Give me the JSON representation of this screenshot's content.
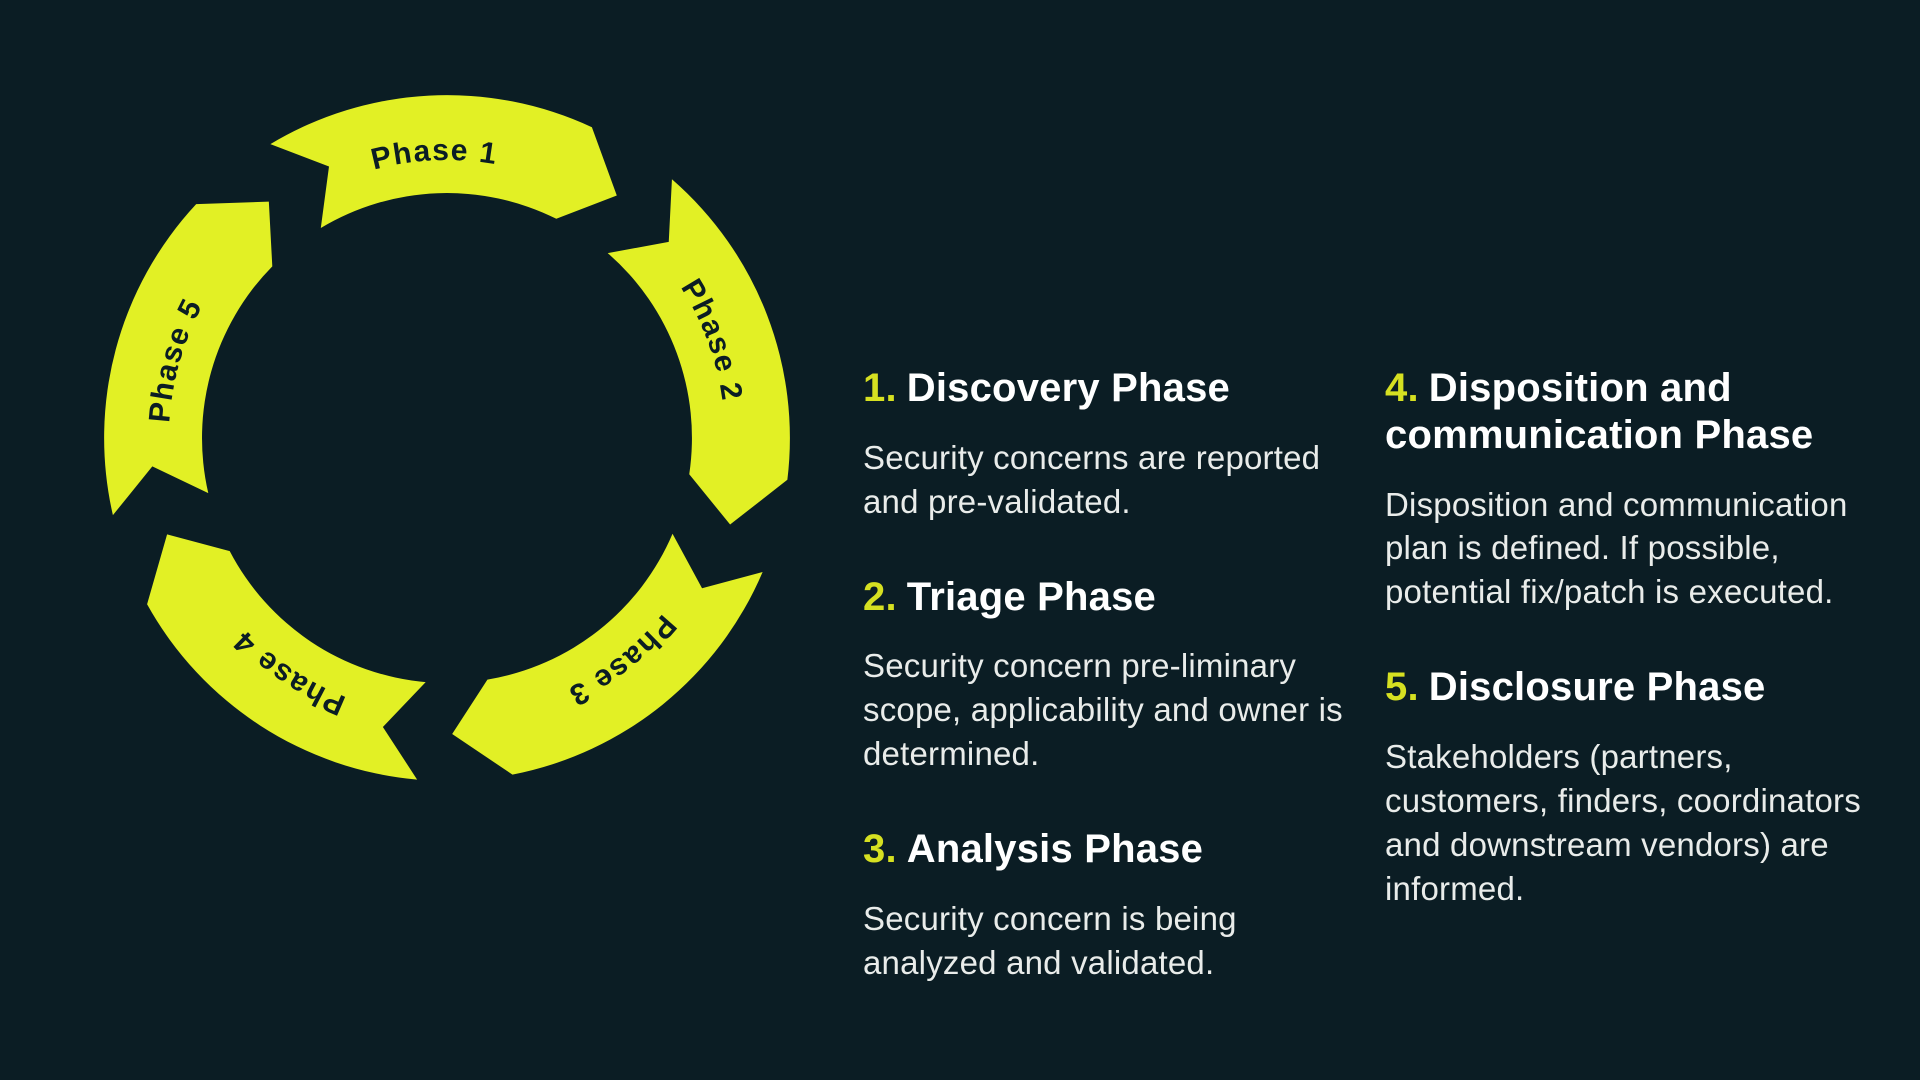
{
  "colors": {
    "background": "#0b1d24",
    "arrow_yellow": "#e2f025",
    "number_yellow": "#d6e021",
    "heading_white": "#ffffff",
    "body_text": "#e9ecea",
    "label_on_arrow": "#0b1d24"
  },
  "cycle": {
    "type": "circular-arrow-cycle",
    "direction": "clockwise",
    "phases": [
      {
        "label": "Phase 1"
      },
      {
        "label": "Phase 2"
      },
      {
        "label": "Phase 3"
      },
      {
        "label": "Phase 4"
      },
      {
        "label": "Phase 5"
      }
    ]
  },
  "sections": [
    {
      "num": "1.",
      "title": "Discovery Phase",
      "body": "Security concerns are reported\nand pre-validated."
    },
    {
      "num": "2.",
      "title": "Triage Phase",
      "body": "Security concern pre-liminary\nscope, applicability and owner is\ndetermined."
    },
    {
      "num": "3.",
      "title": "Analysis Phase",
      "body": "Security concern is being\nanalyzed and validated."
    },
    {
      "num": "4.",
      "title": "Disposition and\ncommunication Phase",
      "body": "Disposition and communication\nplan is defined. If possible,\npotential fix/patch is executed."
    },
    {
      "num": "5.",
      "title": "Disclosure Phase",
      "body": "Stakeholders (partners,\ncustomers, finders, coordinators\nand downstream vendors) are\ninformed."
    }
  ]
}
